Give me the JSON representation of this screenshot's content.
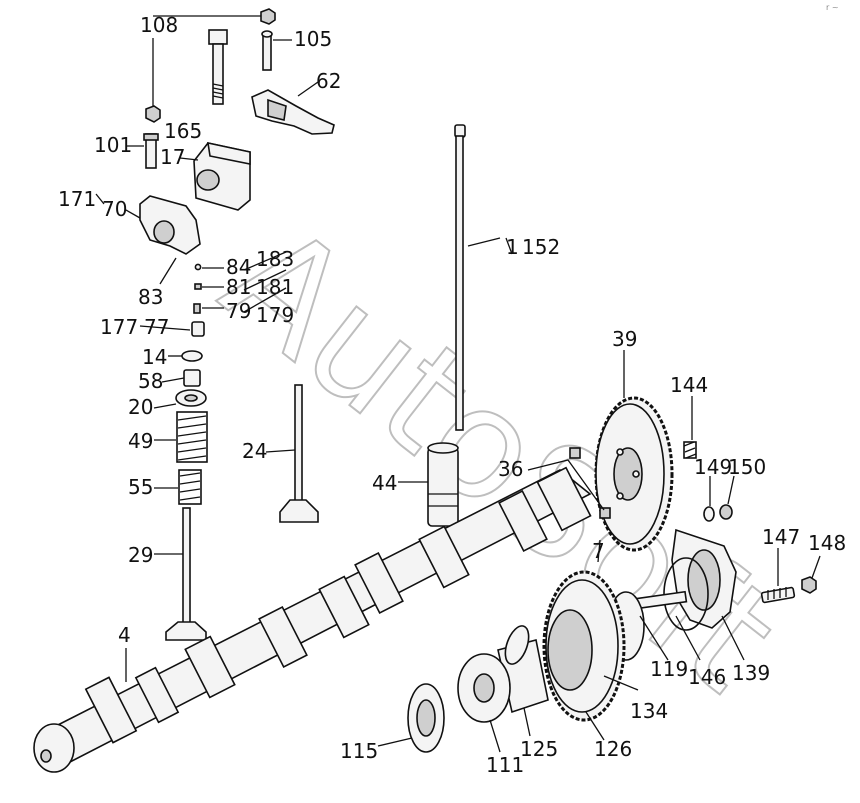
{
  "watermark": "AutoSoft",
  "corner_mark": "r ~",
  "callouts": [
    "108",
    "105",
    "62",
    "101",
    "165",
    "17",
    "171",
    "70",
    "1",
    "152",
    "83",
    "84",
    "183",
    "81",
    "181",
    "77",
    "79",
    "179",
    "177",
    "14",
    "58",
    "20",
    "49",
    "55",
    "24",
    "29",
    "44",
    "39",
    "36",
    "144",
    "149",
    "150",
    "7",
    "147",
    "148",
    "4",
    "119",
    "146",
    "139",
    "134",
    "115",
    "111",
    "125",
    "126"
  ]
}
